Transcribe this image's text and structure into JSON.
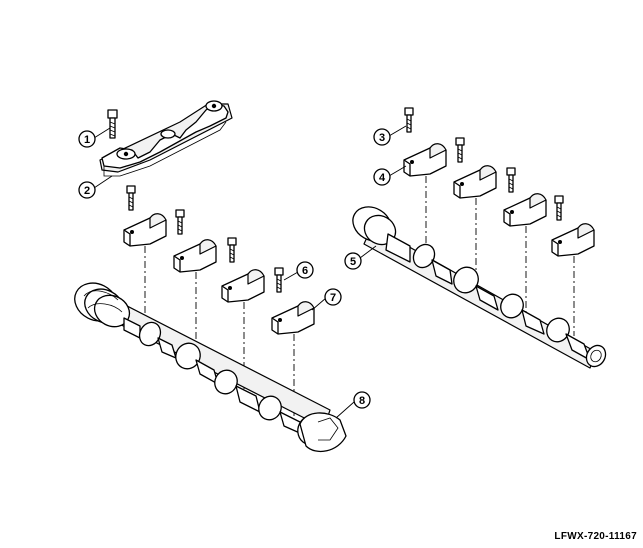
{
  "figure_code": "LFWX-720-11167",
  "callouts": [
    "1",
    "2",
    "3",
    "4",
    "5",
    "6",
    "7",
    "8"
  ]
}
